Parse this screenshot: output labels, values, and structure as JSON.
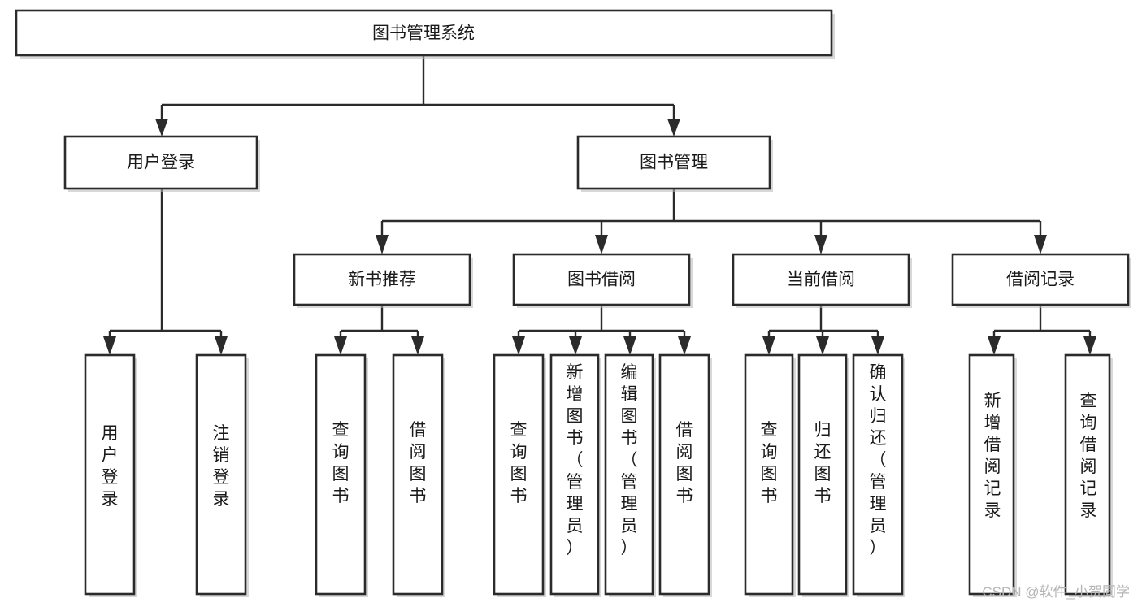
{
  "diagram": {
    "title": "图书管理系统",
    "type": "tree",
    "orientation": "top-down",
    "colors": {
      "box_fill": "#ffffff",
      "box_stroke": "#2b2b2b",
      "text": "#1a1a1a",
      "background": "#ffffff",
      "watermark": "#b5b5b5"
    },
    "levels": [
      {
        "level": 1,
        "nodes": [
          {
            "id": "root",
            "label": "图书管理系统",
            "orientation": "horizontal"
          }
        ]
      },
      {
        "level": 2,
        "nodes": [
          {
            "id": "login",
            "label": "用户登录",
            "orientation": "horizontal",
            "parent": "root"
          },
          {
            "id": "bookmgmt",
            "label": "图书管理",
            "orientation": "horizontal",
            "parent": "root"
          }
        ]
      },
      {
        "level": 3,
        "nodes": [
          {
            "id": "newbook",
            "label": "新书推荐",
            "orientation": "horizontal",
            "parent": "bookmgmt"
          },
          {
            "id": "borrow",
            "label": "图书借阅",
            "orientation": "horizontal",
            "parent": "bookmgmt"
          },
          {
            "id": "current",
            "label": "当前借阅",
            "orientation": "horizontal",
            "parent": "bookmgmt"
          },
          {
            "id": "records",
            "label": "借阅记录",
            "orientation": "horizontal",
            "parent": "bookmgmt"
          }
        ]
      },
      {
        "level": 4,
        "nodes": [
          {
            "id": "leaf-1",
            "label": "用户登录",
            "orientation": "vertical",
            "parent": "login"
          },
          {
            "id": "leaf-2",
            "label": "注销登录",
            "orientation": "vertical",
            "parent": "login"
          },
          {
            "id": "leaf-3",
            "label": "查询图书",
            "orientation": "vertical",
            "parent": "newbook"
          },
          {
            "id": "leaf-4",
            "label": "借阅图书",
            "orientation": "vertical",
            "parent": "newbook"
          },
          {
            "id": "leaf-5",
            "label": "查询图书",
            "orientation": "vertical",
            "parent": "borrow"
          },
          {
            "id": "leaf-6",
            "label": "新增图书（管理员）",
            "orientation": "vertical",
            "parent": "borrow"
          },
          {
            "id": "leaf-7",
            "label": "编辑图书（管理员）",
            "orientation": "vertical",
            "parent": "borrow"
          },
          {
            "id": "leaf-8",
            "label": "借阅图书",
            "orientation": "vertical",
            "parent": "borrow"
          },
          {
            "id": "leaf-9",
            "label": "查询图书",
            "orientation": "vertical",
            "parent": "current"
          },
          {
            "id": "leaf-10",
            "label": "归还图书",
            "orientation": "vertical",
            "parent": "current"
          },
          {
            "id": "leaf-11",
            "label": "确认归还（管理员）",
            "orientation": "vertical",
            "parent": "current"
          },
          {
            "id": "leaf-12",
            "label": "新增借阅记录",
            "orientation": "vertical",
            "parent": "records"
          },
          {
            "id": "leaf-13",
            "label": "查询借阅记录",
            "orientation": "vertical",
            "parent": "records"
          }
        ]
      }
    ]
  },
  "watermark": {
    "text": "CSDN @软件_小贺同学"
  }
}
